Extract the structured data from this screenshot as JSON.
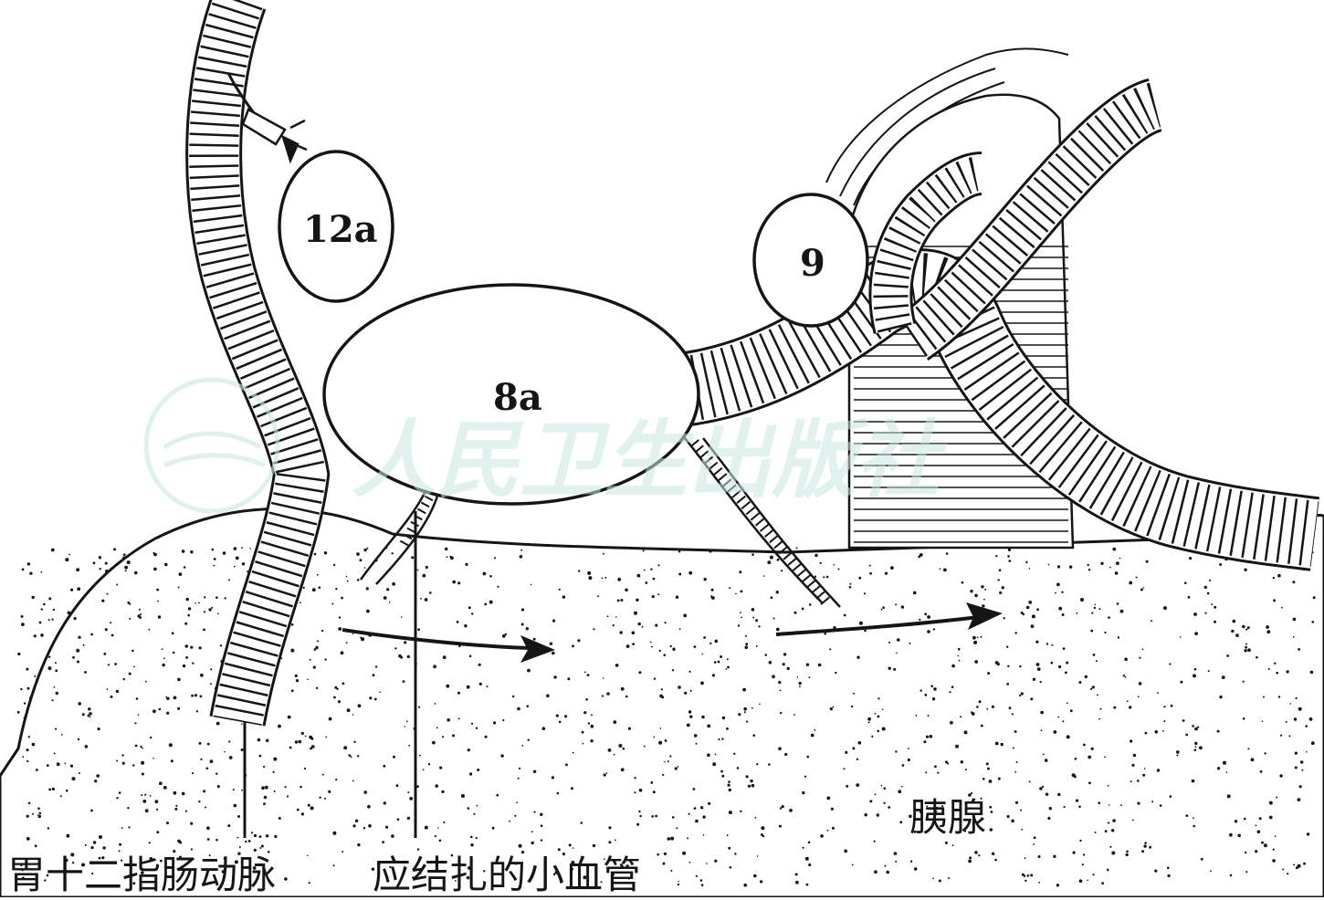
{
  "figure": {
    "nodes": [
      {
        "id": "12a",
        "label": "12a"
      },
      {
        "id": "8a",
        "label": "8a"
      },
      {
        "id": "9",
        "label": "9"
      }
    ],
    "organ_label": "胰腺",
    "callouts": {
      "artery": "胃十二指肠动脉",
      "vessels": "应结扎的小血管"
    },
    "watermark": {
      "text": "人民卫生出版社",
      "color": "#b7ddd6"
    },
    "ink_color": "#151515"
  }
}
